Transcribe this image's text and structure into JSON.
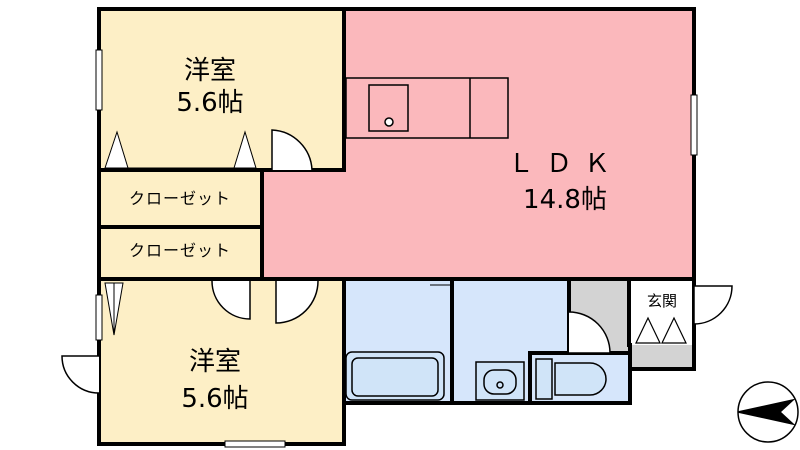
{
  "rooms": {
    "western_top": {
      "name": "洋室",
      "size": "5.6帖"
    },
    "western_bottom": {
      "name": "洋室",
      "size": "5.6帖"
    },
    "ldk": {
      "name": "ＬＤＫ",
      "size": "14.8帖"
    },
    "closet_1": {
      "name": "クローゼット"
    },
    "closet_2": {
      "name": "クローゼット"
    },
    "entrance": {
      "name": "玄関"
    }
  },
  "colors": {
    "ldk": "#fbb8bc",
    "western": "#fdefc6",
    "wet_area": "#d6e6fb",
    "fixture": "#d0e4f8",
    "service": "#d3d3d3",
    "wall": "#000000"
  },
  "icons": {
    "compass": "north-arrow-icon",
    "kitchen": "kitchen-counter-icon",
    "bath": "bathtub-icon",
    "sink": "washbasin-icon",
    "toilet": "toilet-icon"
  }
}
